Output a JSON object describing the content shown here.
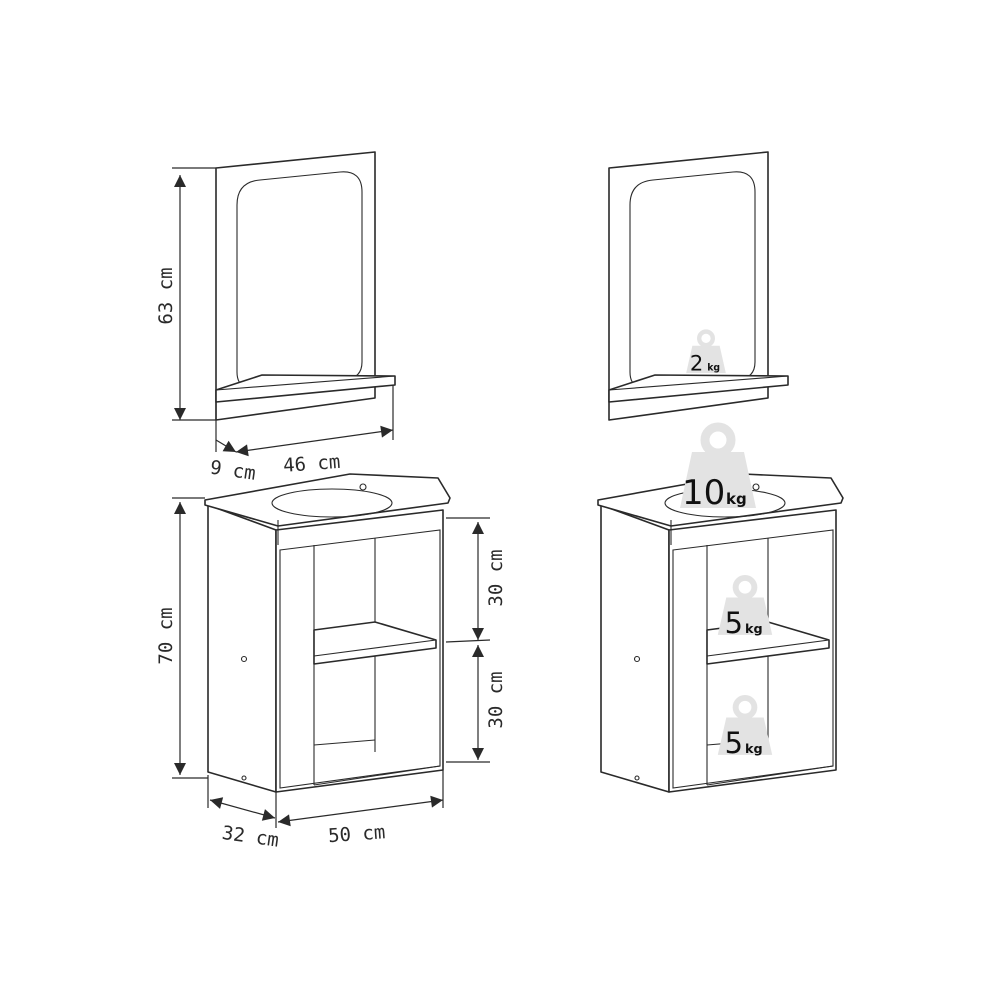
{
  "dimensions": {
    "mirror_height": "63 cm",
    "mirror_shelf_depth": "9 cm",
    "mirror_width": "46 cm",
    "cabinet_height": "70 cm",
    "upper_compartment_height": "30 cm",
    "lower_compartment_height": "30 cm",
    "cabinet_depth": "32 cm",
    "cabinet_width": "50 cm"
  },
  "load_limits": {
    "mirror_shelf": {
      "value": "2",
      "unit": "kg"
    },
    "sink_top": {
      "value": "10",
      "unit": "kg"
    },
    "upper_shelf": {
      "value": "5",
      "unit": "kg"
    },
    "bottom_shelf": {
      "value": "5",
      "unit": "kg"
    }
  },
  "colors": {
    "line": "#2a2a2a",
    "weight_icon": "#e3e3e3",
    "background": "#ffffff"
  },
  "icons": {
    "weight": "weight-icon"
  }
}
